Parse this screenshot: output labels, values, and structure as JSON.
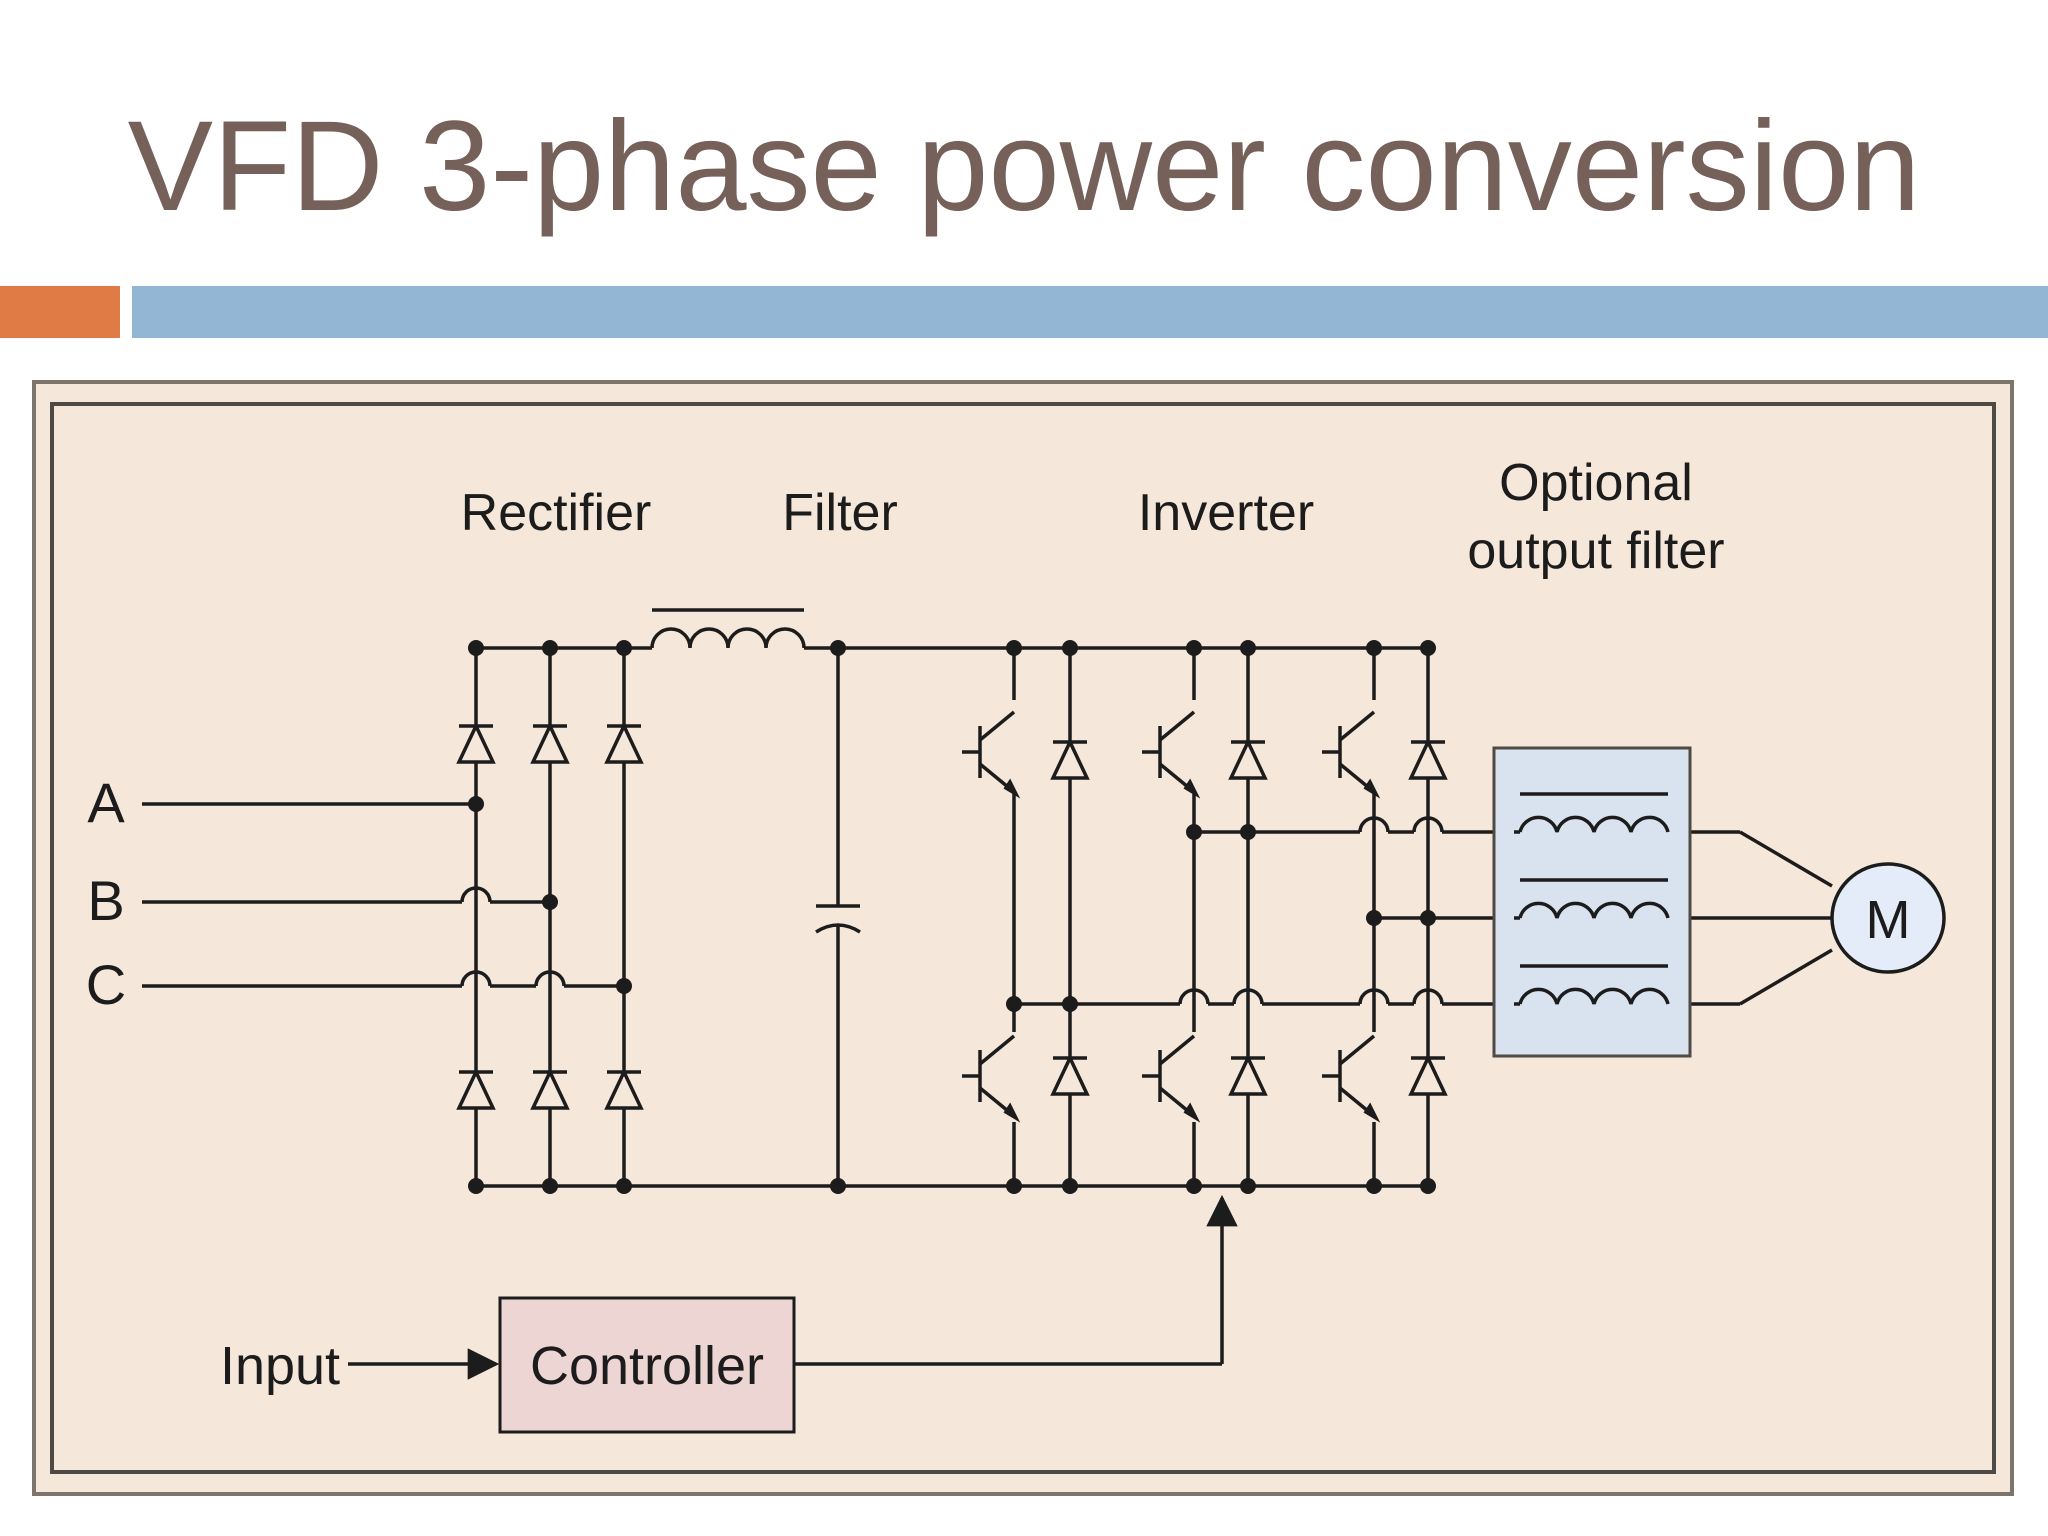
{
  "slide": {
    "title": "VFD 3-phase power conversion"
  },
  "colors": {
    "title_text": "#76605a",
    "accent_orange": "#e07b45",
    "accent_blue": "#93b6d4",
    "panel_fill": "#f5e7d9",
    "panel_border": "#c9a98a",
    "wire": "#1c1c1c",
    "filter_box": "#d9e3ef",
    "controller_box": "#ecd5d3",
    "motor_fill": "#e3ecf8"
  },
  "diagram": {
    "sections": {
      "rectifier": "Rectifier",
      "filter": "Filter",
      "inverter": "Inverter",
      "output_filter_line1": "Optional",
      "output_filter_line2": "output filter"
    },
    "phases": [
      "A",
      "B",
      "C"
    ],
    "motor": "M",
    "controller": "Controller",
    "input": "Input"
  }
}
